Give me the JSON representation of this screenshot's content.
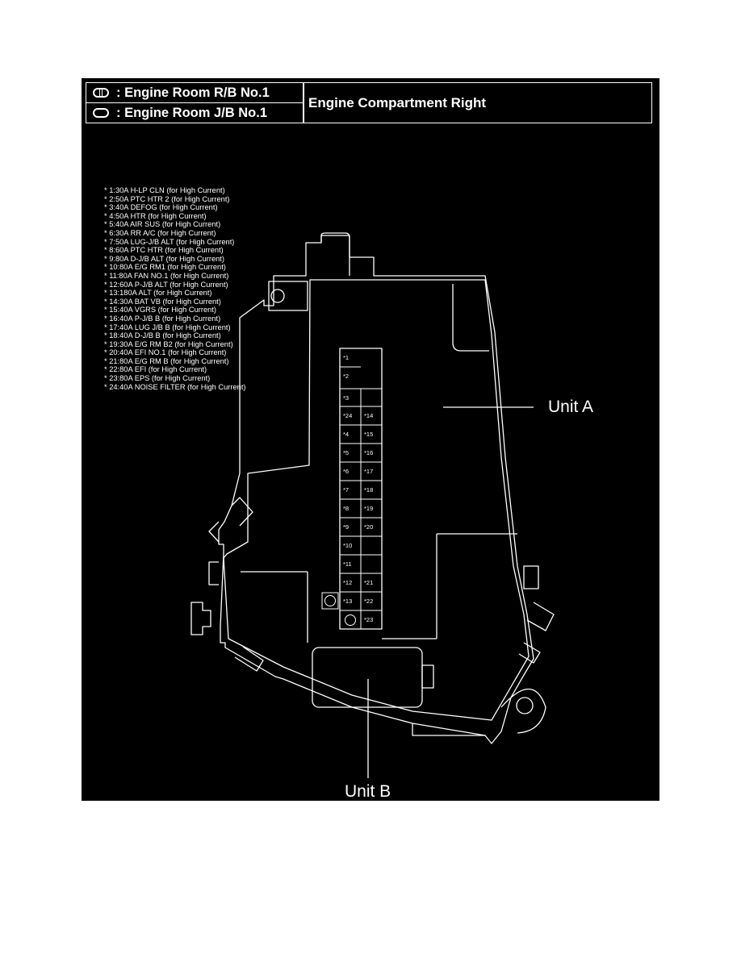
{
  "header": {
    "relay_block": {
      "icon": "relay-block-icon",
      "label": ": Engine Room R/B No.1"
    },
    "junction_block": {
      "icon": "junction-block-icon",
      "label": ": Engine Room J/B No.1"
    },
    "title": "Engine Compartment Right"
  },
  "legend": [
    "* 1:30A H-LP CLN (for High Current)",
    "* 2:50A PTC HTR 2 (for High Current)",
    "* 3:40A DEFOG (for High Current)",
    "* 4:50A HTR (for High Current)",
    "* 5:40A AIR SUS (for High Current)",
    "* 6:30A RR A/C (for High Current)",
    "* 7:50A LUG-J/B ALT (for High Current)",
    "* 8:60A PTC HTR (for High Current)",
    "* 9:80A D-J/B ALT (for High Current)",
    "* 10:80A E/G RM1 (for High Current)",
    "* 11:80A FAN NO.1 (for High Current)",
    "* 12:60A P-J/B ALT (for High Current)",
    "* 13:180A ALT (for High Current)",
    "* 14:30A BAT VB (for High Current)",
    "* 15:40A VGRS (for High Current)",
    "* 16:40A P-J/B B (for High Current)",
    "* 17:40A LUG J/B B (for High Current)",
    "* 18:40A D-J/B B (for High Current)",
    "* 19:30A E/G RM B2 (for High Current)",
    "* 20:40A EFI NO.1 (for High Current)",
    "* 21:80A E/G RM B (for High Current)",
    "* 22:80A EFI (for High Current)",
    "* 23:80A EPS (for High Current)",
    "* 24:40A NOISE FILTER (for High Current)"
  ],
  "fuses": {
    "left_column": [
      "*1",
      "*2",
      "*3",
      "*24",
      "*4",
      "*5",
      "*6",
      "*7",
      "*8",
      "*9",
      "*10",
      "*11",
      "*12",
      "*13",
      ""
    ],
    "right_column": [
      "",
      "",
      "",
      "*14",
      "*15",
      "*16",
      "*17",
      "*18",
      "*19",
      "*20",
      "",
      "",
      "*21",
      "*22",
      "*23"
    ]
  },
  "callouts": {
    "unit_a": "Unit A",
    "unit_b": "Unit B"
  },
  "colors": {
    "background": "#000000",
    "line": "#ffffff",
    "page": "#ffffff"
  }
}
